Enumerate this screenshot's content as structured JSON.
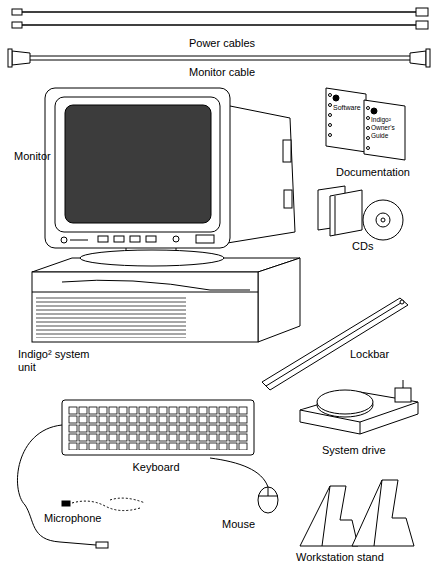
{
  "diagram": {
    "labels": [
      "Power cables",
      "Monitor cable",
      "Software",
      "Indigo² Owner's Guide",
      "Monitor",
      "Documentation",
      "CDs",
      "Indigo² system unit",
      "Lockbar",
      "Keyboard",
      "System drive",
      "Microphone",
      "Mouse",
      "Workstation stand"
    ]
  }
}
